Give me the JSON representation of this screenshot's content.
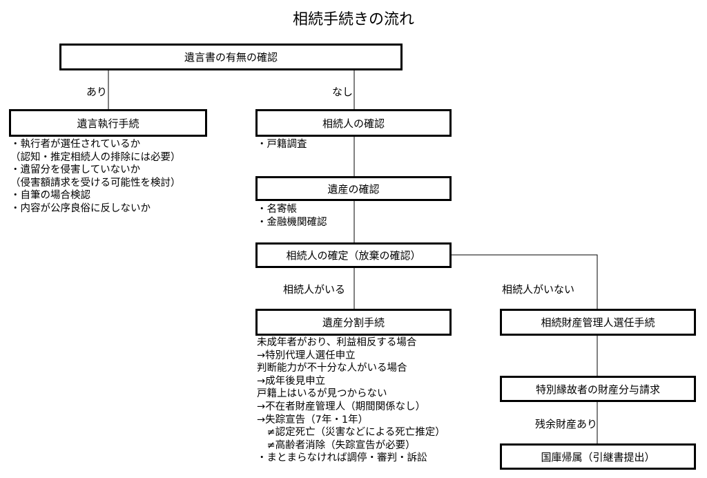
{
  "title": "相続手続きの流れ",
  "boxes": {
    "will_check": "遺言書の有無の確認",
    "will_execution": "遺言執行手続",
    "heir_check": "相続人の確認",
    "estate_check": "遺産の確認",
    "heir_confirm": "相続人の確定（放棄の確認）",
    "division": "遺産分割手続",
    "administrator": "相続財産管理人選任手続",
    "special_claim": "特別縁故者の財産分与請求",
    "national_treasury": "国庫帰属（引継書提出）"
  },
  "edge_labels": {
    "yes": "あり",
    "no": "なし",
    "has_heirs": "相続人がいる",
    "no_heirs": "相続人がいない",
    "remaining": "残余財産あり"
  },
  "notes": {
    "will_execution": [
      "・執行者が選任されているか",
      "（認知・推定相続人の排除には必要）",
      "・遺留分を侵害していないか",
      "（侵害額請求を受ける可能性を検討）",
      "・自筆の場合検認",
      "・内容が公序良俗に反しないか"
    ],
    "heir_check": [
      "・戸籍調査"
    ],
    "estate_check": [
      "・名寄帳",
      "・金融機関確認"
    ],
    "division": [
      "未成年者がおり、利益相反する場合",
      "→特別代理人選任申立",
      "判断能力が不十分な人がいる場合",
      "→成年後見申立",
      "戸籍上はいるが見つからない",
      "→不在者財産管理人（期間関係なし）",
      "→失踪宣告（7年・1年）",
      "　≠認定死亡（災害などによる死亡推定）",
      "　≠高齢者消除（失踪宣告が必要）",
      "・まとまらなければ調停・審判・訴訟"
    ]
  }
}
